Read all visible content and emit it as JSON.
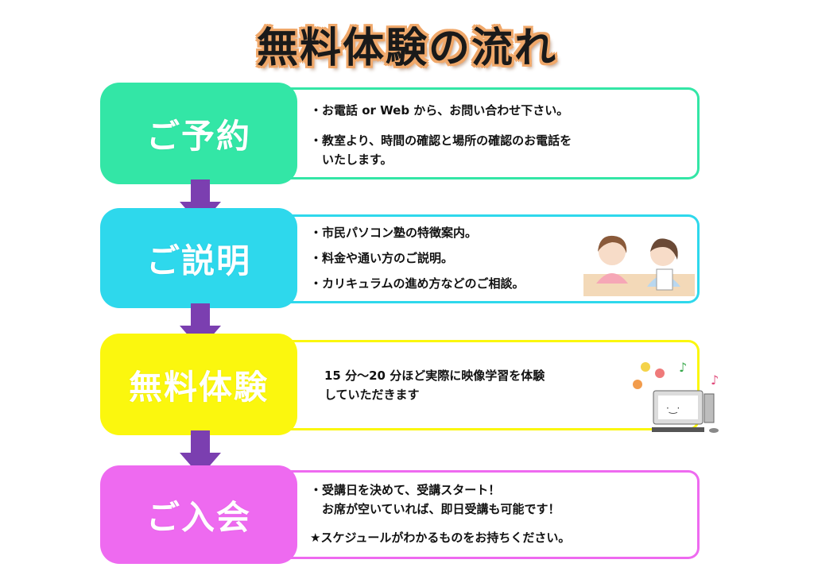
{
  "title": "無料体験の流れ",
  "colors": {
    "step1": "#33e6a6",
    "step2": "#2ed8ec",
    "step3": "#fbf70e",
    "step4": "#ee6af0",
    "arrow": "#7b3fb0"
  },
  "steps": [
    {
      "label": "ご予約",
      "lines": [
        "・お電話 or Web から、お問い合わせ下さい。",
        "・教室より、時間の確認と場所の確認のお電話を\n　いたします。"
      ]
    },
    {
      "label": "ご説明",
      "lines": [
        "・市民パソコン塾の特徴案内。",
        "・料金や通い方のご説明。",
        "・カリキュラムの進め方などのご相談。"
      ]
    },
    {
      "label": "無料体験",
      "lines": [
        "15 分～20 分ほど実際に映像学習を体験\nしていただきます"
      ]
    },
    {
      "label": "ご入会",
      "lines": [
        "・受講日を決めて、受講スタート！\n　お席が空いていれば、即日受講も可能です！",
        "★スケジュールがわかるものをお持ちください。"
      ]
    }
  ]
}
